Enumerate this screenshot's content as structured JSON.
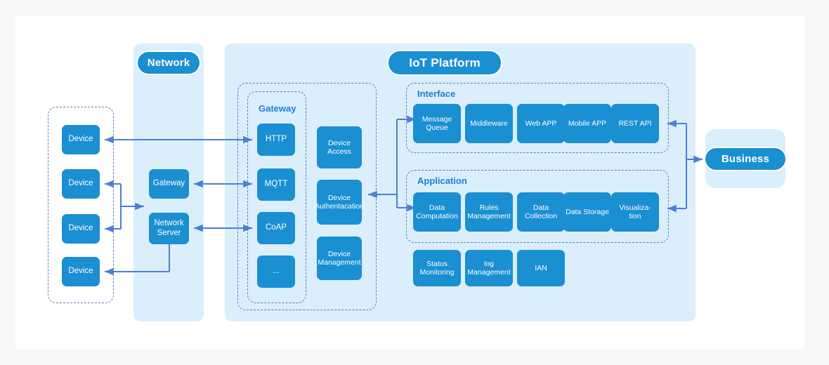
{
  "diagram": {
    "title_network": "Network",
    "title_platform": "IoT Platform",
    "title_business": "Business",
    "group_gateway": "Gateway",
    "group_interface": "Interface",
    "group_application": "Application",
    "devices": [
      {
        "label": "Device"
      },
      {
        "label": "Device"
      },
      {
        "label": "Device"
      },
      {
        "label": "Device"
      }
    ],
    "network_nodes": [
      {
        "label": "Gateway"
      },
      {
        "label": "Network Server"
      }
    ],
    "gateway_protocols": [
      {
        "label": "HTTP"
      },
      {
        "label": "MQTT"
      },
      {
        "label": "CoAP"
      },
      {
        "label": "..."
      }
    ],
    "device_services": [
      {
        "label": "Device Access"
      },
      {
        "label": "Device Authentacation"
      },
      {
        "label": "Device Management"
      }
    ],
    "interface_items": [
      {
        "label": "Message Queue"
      },
      {
        "label": "Middleware"
      },
      {
        "label": "Web APP"
      },
      {
        "label": "Mobile APP"
      },
      {
        "label": "REST API"
      }
    ],
    "application_items": [
      {
        "label": "Data Computation"
      },
      {
        "label": "Rules Management"
      },
      {
        "label": "Data Collection"
      },
      {
        "label": "Data Storage"
      },
      {
        "label": "Visualiza-tion"
      }
    ],
    "operations_items": [
      {
        "label": "Status Monitoring"
      },
      {
        "label": "log Management"
      },
      {
        "label": "IAN"
      }
    ],
    "colors": {
      "box_blue": "#1a8fd1",
      "panel_blue": "#dbeefb",
      "dashed_border": "#5b7fba",
      "arrow_blue": "#4a7fd4",
      "title_blue": "#1a7fd4",
      "page_background": "#f7f7f7",
      "card_background": "#ffffff"
    }
  }
}
